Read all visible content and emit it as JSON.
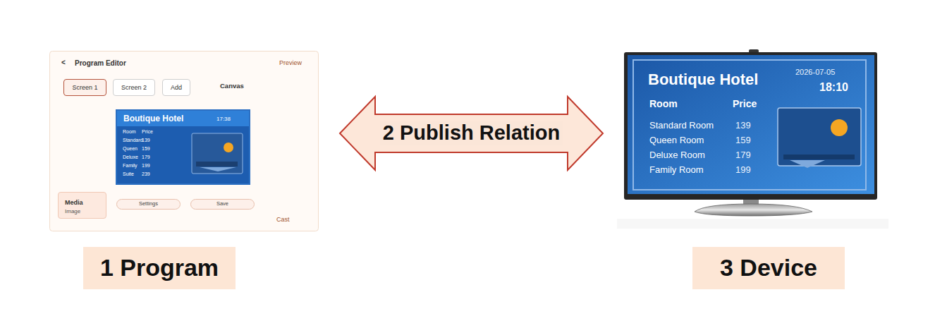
{
  "diagram": {
    "nodes": [
      {
        "text": [
          "Program Editor",
          "Preview",
          "Canvas",
          "Cast"
        ]
      },
      {
        "text": [
          "Screen 1"
        ],
        "in": 0
      },
      {
        "text": [
          "Screen 2"
        ],
        "in": 0
      },
      {
        "text": [
          "Add"
        ],
        "in": 0
      },
      {
        "text": [
          "Boutique Hotel",
          "17:38"
        ],
        "in": 0
      },
      {
        "text": [
          "Media",
          "Image"
        ],
        "in": 0
      },
      {
        "text": [
          "Settings"
        ],
        "in": 0
      },
      {
        "text": [
          "Save"
        ],
        "in": 0
      },
      {
        "text": [
          "1 Program"
        ]
      },
      {
        "text": [
          "Boutique Hotel",
          "2026-07-05",
          "18:10"
        ]
      },
      {
        "text": [
          "3 Device"
        ]
      }
    ],
    "edges": [
      {
        "from": 0,
        "to": 9,
        "arrow": "both",
        "label": "2 Publish Relation"
      }
    ],
    "labels": [
      "<",
      "Room",
      "Price",
      "Standard",
      "139",
      "Queen",
      "159",
      "Deluxe",
      "179",
      "Family",
      "199",
      "Suite",
      "239",
      "Room",
      "Price",
      "Standard Room",
      "139",
      "Queen Room",
      "159",
      "Deluxe Room",
      "179",
      "Family Room",
      "199"
    ]
  }
}
